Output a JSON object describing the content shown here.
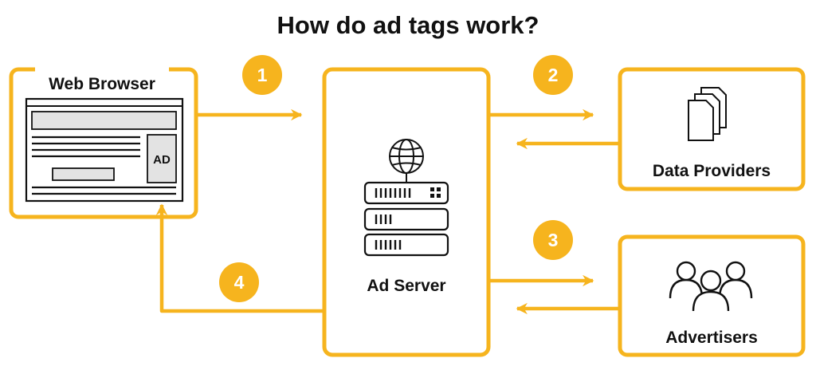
{
  "title": "How do ad tags work?",
  "nodes": {
    "browser": {
      "label": "Web Browser",
      "ad_label": "AD"
    },
    "ad_server": {
      "label": "Ad Server"
    },
    "data_providers": {
      "label": "Data Providers"
    },
    "advertisers": {
      "label": "Advertisers"
    }
  },
  "steps": [
    "1",
    "2",
    "3",
    "4"
  ],
  "icons": {
    "browser_window": "browser-window-icon",
    "server": "server-rack-icon",
    "globe": "globe-icon",
    "documents": "documents-icon",
    "people": "people-group-icon"
  },
  "colors": {
    "accent": "#F6B41E",
    "text": "#111111",
    "icon": "#111111",
    "placeholder_fill": "#E3E3E3"
  }
}
